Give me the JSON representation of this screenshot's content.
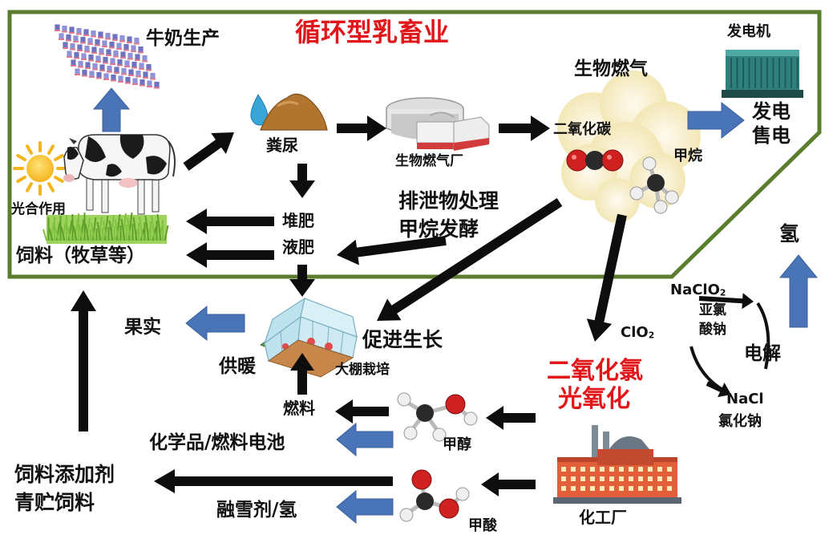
{
  "title": "循环型乳畜业",
  "nodes": {
    "milk_production": "牛奶生产",
    "photosynthesis": "光合作用",
    "feed": "饲料（牧草等）",
    "manure": "粪尿",
    "biogas_plant": "生物燃气厂",
    "biogas": "生物燃气",
    "generator": "发电机",
    "power": [
      "发电",
      "售电"
    ],
    "co2": "二氧化碳",
    "methane": "甲烷",
    "compost": [
      "堆肥",
      "液肥"
    ],
    "excreta": [
      "排泄物处理",
      "甲烷发酵"
    ],
    "promote_growth": "促进生长",
    "fruit": "果实",
    "heating": "供暖",
    "greenhouse": "大棚栽培",
    "fuel": "燃料",
    "chemicals": "化学品/燃料电池",
    "methanol": "甲醇",
    "formic_acid": "甲酸",
    "feed_additive": [
      "饲料添加剂",
      "青贮饲料"
    ],
    "deicer": "融雪剂/氢",
    "chemical_plant": "化工厂",
    "clo2_photo": [
      "二氧化氯",
      "光氧化"
    ],
    "clo2_formula": {
      "main": "ClO",
      "sub": "2"
    },
    "naclo2_formula": {
      "main": "NaClO",
      "sub": "2"
    },
    "sodium_chlorite": [
      "亚氯",
      "酸钠"
    ],
    "electrolysis": "电解",
    "nacl": "NaCl",
    "sodium_chloride": "氯化钠",
    "hydrogen": "氢"
  },
  "colors": {
    "frame": "#5a7d2e",
    "title_red": "#e0161a",
    "blue_arrow": "#4a74b8",
    "black_arrow": "#0d0d0d",
    "grass": "#7fc241",
    "sun": "#f3b51c",
    "manure": "#b27530",
    "generator": "#2f7f7c",
    "biogas_cloud": "#f6efc9",
    "factory": "#e25f3a",
    "oxygen_atom": "#d02020",
    "carbon_atom": "#222222",
    "hydrogen_atom": "#eeeeee",
    "cow_pattern": "#1a1a1a",
    "milk_cartons": "#7b7ec8",
    "greenhouse_glass": "#bfe3ee"
  },
  "icons": [
    "sun-icon",
    "cow-icon",
    "grass-icon",
    "milk-cartons-icon",
    "water-drop-icon",
    "manure-pile-icon",
    "biogas-tank-icon",
    "generator-icon",
    "co2-molecule-icon",
    "methane-molecule-icon",
    "greenhouse-icon",
    "methanol-molecule-icon",
    "formic-acid-molecule-icon",
    "factory-icon",
    "cycle-arrow-icon"
  ]
}
